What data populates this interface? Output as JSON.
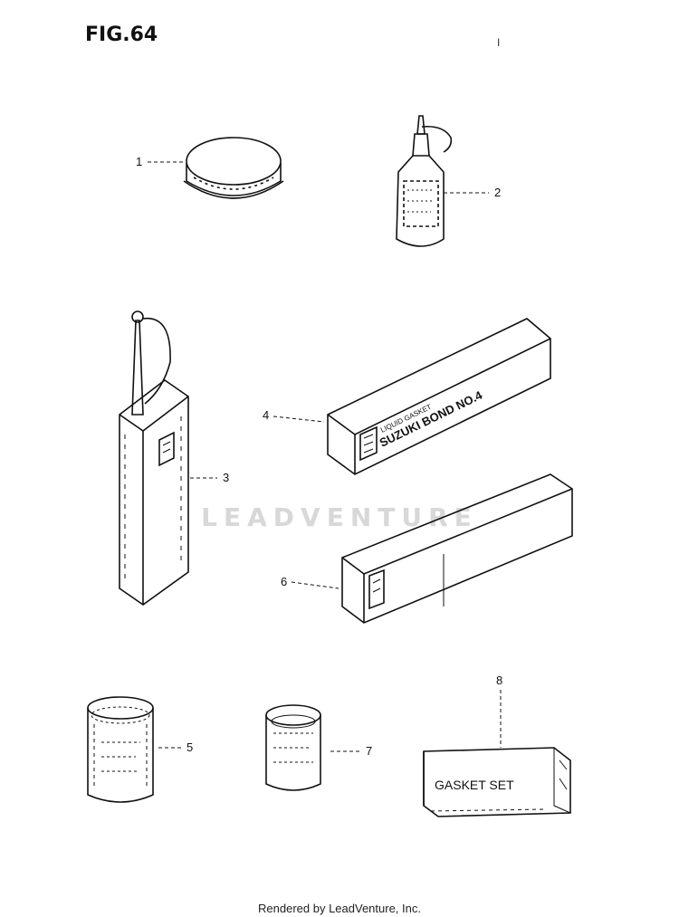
{
  "figure": {
    "title": "FIG.64",
    "page_mark": "I"
  },
  "watermark": "LEADVENTURE",
  "footer": "Rendered by LeadVenture, Inc.",
  "callouts": [
    {
      "id": "1",
      "label": "1"
    },
    {
      "id": "2",
      "label": "2"
    },
    {
      "id": "3",
      "label": "3"
    },
    {
      "id": "4",
      "label": "4"
    },
    {
      "id": "5",
      "label": "5"
    },
    {
      "id": "6",
      "label": "6"
    },
    {
      "id": "7",
      "label": "7"
    },
    {
      "id": "8",
      "label": "8"
    }
  ],
  "package_text": {
    "bond_box_top": "LIQUID GASKET",
    "bond_box_main": "SUZUKI BOND NO.4",
    "gasket_set_label": "GASKET SET"
  },
  "colors": {
    "ink": "#111111",
    "watermark": "#d8d8d8",
    "background": "#ffffff"
  }
}
